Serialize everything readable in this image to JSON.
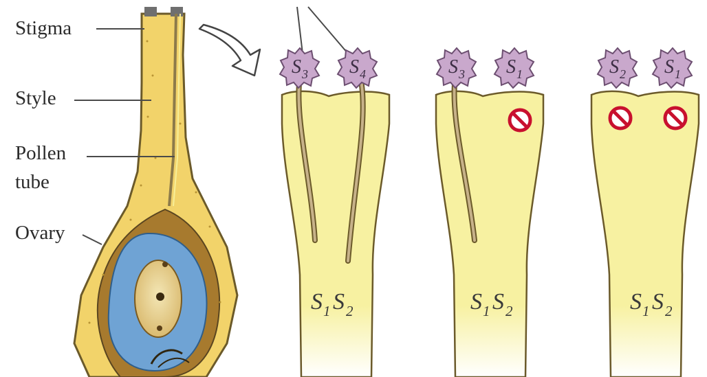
{
  "labels": {
    "stigma": "Stigma",
    "style": "Style",
    "pollen": "Pollen",
    "tube": "tube",
    "ovary": "Ovary"
  },
  "panels": [
    {
      "genotype": {
        "base1": "S",
        "sub1": "1",
        "base2": "S",
        "sub2": "2"
      },
      "grains": [
        {
          "base": "S",
          "sub": "3",
          "compatible": true
        },
        {
          "base": "S",
          "sub": "4",
          "compatible": true
        }
      ]
    },
    {
      "genotype": {
        "base1": "S",
        "sub1": "1",
        "base2": "S",
        "sub2": "2"
      },
      "grains": [
        {
          "base": "S",
          "sub": "3",
          "compatible": true
        },
        {
          "base": "S",
          "sub": "1",
          "compatible": false
        }
      ]
    },
    {
      "genotype": {
        "base1": "S",
        "sub1": "1",
        "base2": "S",
        "sub2": "2"
      },
      "grains": [
        {
          "base": "S",
          "sub": "2",
          "compatible": false
        },
        {
          "base": "S",
          "sub": "1",
          "compatible": false
        }
      ]
    }
  ],
  "colors": {
    "style_fill": "#f6ef9a",
    "style_stroke": "#6b5a2a",
    "pollen": "#c9a8cc",
    "tube": "#c7b28a",
    "block": "#c8102e",
    "ovule": "#6fa3d4"
  }
}
